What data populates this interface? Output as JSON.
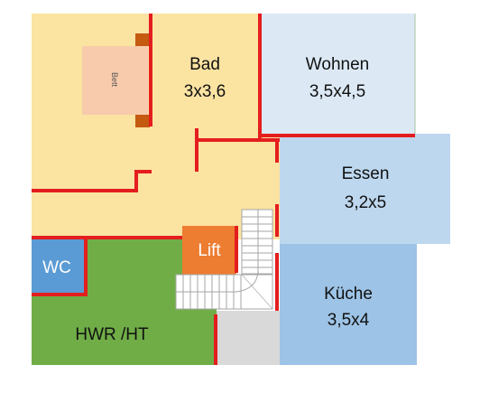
{
  "rooms": {
    "bad": {
      "name": "Bad",
      "size": "3x3,6"
    },
    "wohnen": {
      "name": "Wohnen",
      "size": "3,5x4,5"
    },
    "essen": {
      "name": "Essen",
      "size": "3,2x5"
    },
    "kueche": {
      "name": "Küche",
      "size": "3,5x4"
    },
    "wc": {
      "name": "WC"
    },
    "hwr": {
      "name": "HWR /HT"
    },
    "lift": {
      "name": "Lift"
    }
  },
  "furniture": {
    "bed": "Bett"
  },
  "colors": {
    "bad": "#FBE3A2",
    "wohnen": "#DCE9F5",
    "essen": "#BDD7EE",
    "kueche": "#9DC3E6",
    "wc": "#5B9BD5",
    "hwr": "#70AD47",
    "lift": "#ED7D31",
    "bed": "#F8CBAD",
    "bed_post": "#C55A11",
    "stair_landing": "#D9D9D9",
    "wall": "#E41E1E"
  }
}
